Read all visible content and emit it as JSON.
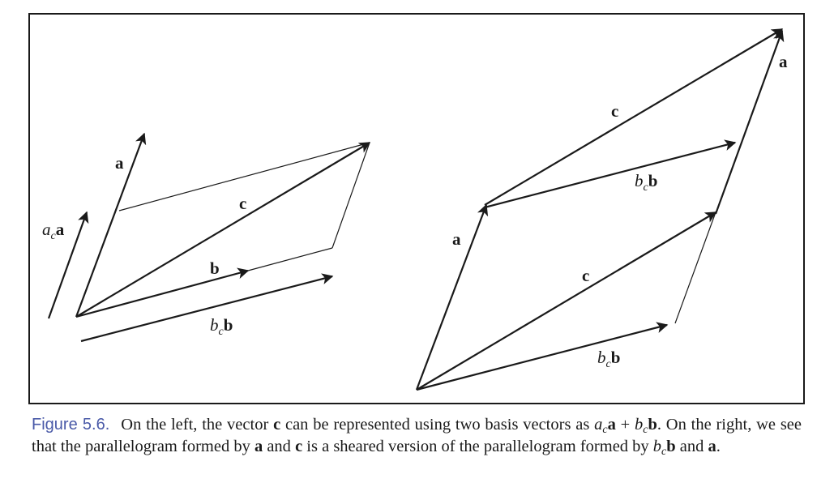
{
  "figure": {
    "label": "Figure 5.6.",
    "caption": {
      "t1": "On the left, the vector ",
      "c": "c",
      "t2": " can be represented using two basis vectors as ",
      "a_coef": "a",
      "sub_c": "c",
      "a": "a",
      "plus": " + ",
      "b_coef": "b",
      "b": "b",
      "t3": ". On the right, we see that the parallelogram formed by ",
      "and1": " and ",
      "t4": " is a sheared version of the parallelogram formed by ",
      "and2": " and ",
      "end": "."
    }
  },
  "left_diagram": {
    "labels": {
      "a": "a",
      "c": "c",
      "b": "b",
      "ac_coef": "a",
      "ac_vec": "a",
      "bc_coef": "b",
      "bc_vec": "b",
      "sub": "c"
    }
  },
  "right_diagram": {
    "labels": {
      "c_top": "c",
      "a_top": "a",
      "bcb_top_coef": "b",
      "bcb_top_vec": "b",
      "a_left": "a",
      "c_mid": "c",
      "bcb_bot_coef": "b",
      "bcb_bot_vec": "b",
      "sub": "c"
    }
  },
  "colors": {
    "ink": "#1a1a1a",
    "figure_label": "#4a5aa8"
  }
}
